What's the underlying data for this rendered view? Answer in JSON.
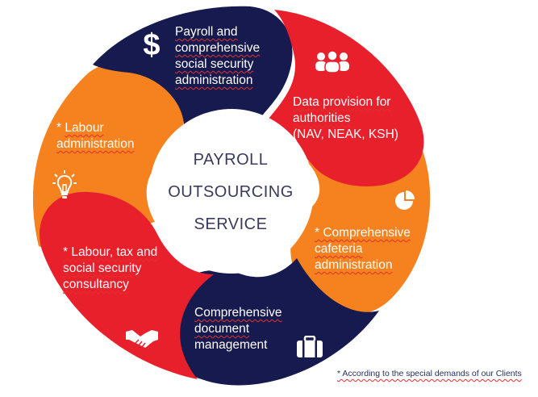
{
  "colors": {
    "navy": "#171a4e",
    "red": "#e8202c",
    "orange": "#f5821f",
    "center_text": "#3a3a5c"
  },
  "center": {
    "line1": "PAYROLL",
    "line2": "OUTSOURCING",
    "line3": "SERVICE"
  },
  "segments": [
    {
      "id": "payroll",
      "color": "navy",
      "icon": "dollar-icon",
      "lines": [
        "Payroll and",
        "comprehensive",
        "social security",
        "administration"
      ]
    },
    {
      "id": "data",
      "color": "red",
      "icon": "people-group-icon",
      "lines": [
        "Data provision for",
        "authorities",
        "(NAV, NEAK, KSH)"
      ]
    },
    {
      "id": "cafeteria",
      "color": "orange",
      "icon": "pie-chart-icon",
      "lines": [
        "* Comprehensive",
        "cafeteria",
        "administration"
      ]
    },
    {
      "id": "document",
      "color": "navy",
      "icon": "briefcase-icon",
      "lines": [
        "Comprehensive",
        "document",
        "management"
      ]
    },
    {
      "id": "consultancy",
      "color": "red",
      "icon": "handshake-icon",
      "lines": [
        "* Labour, tax and",
        "social security",
        "consultancy"
      ]
    },
    {
      "id": "labour",
      "color": "orange",
      "icon": "lightbulb-icon",
      "lines": [
        "* Labour",
        "administration"
      ]
    }
  ],
  "footnote": "* According to the special demands of our Clients"
}
